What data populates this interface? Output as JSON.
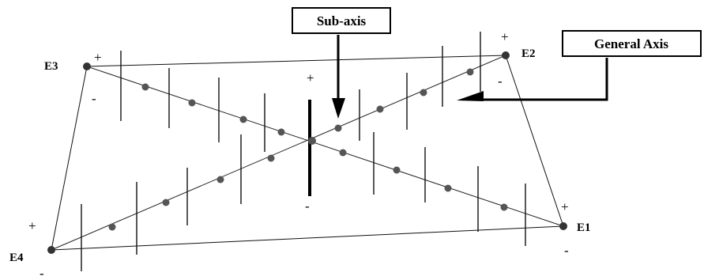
{
  "nodes": [
    {
      "id": "E1",
      "label": "E1"
    },
    {
      "id": "E2",
      "label": "E2"
    },
    {
      "id": "E3",
      "label": "E3"
    },
    {
      "id": "E4",
      "label": "E4"
    }
  ],
  "callouts": {
    "sub_axis": "Sub-axis",
    "general_axis": "General Axis"
  },
  "signs": {
    "plus": "+",
    "minus": "-"
  },
  "colors": {
    "lines": "#111111",
    "dots": "#555555",
    "background": "#ffffff"
  }
}
